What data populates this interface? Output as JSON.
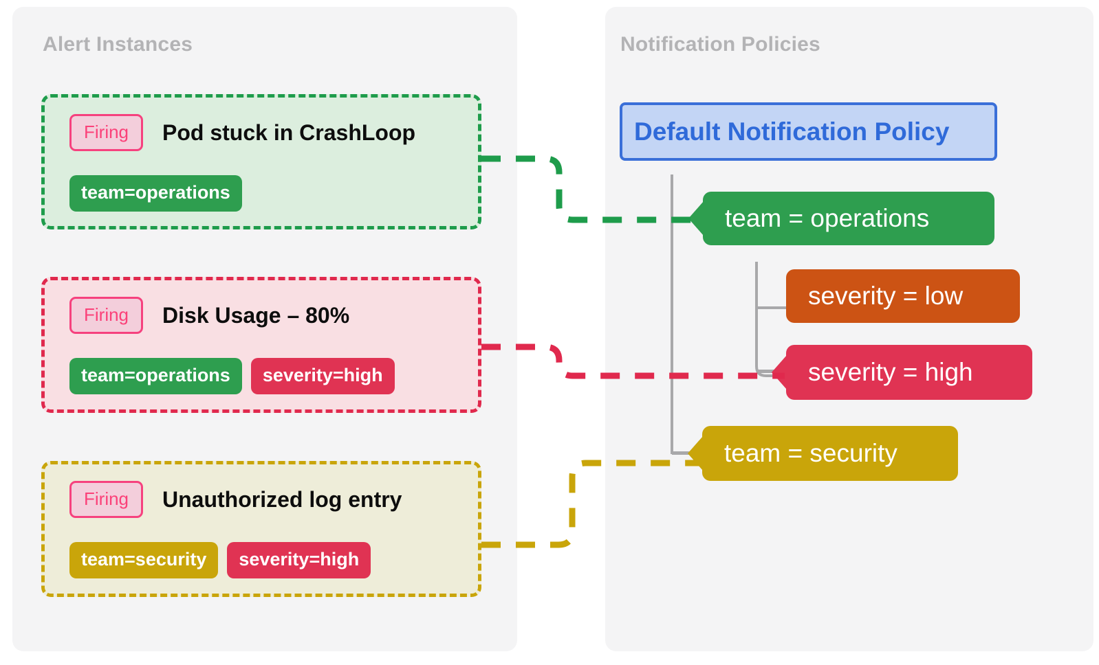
{
  "panels": {
    "alerts": {
      "title": "Alert Instances"
    },
    "policies": {
      "title": "Notification Policies"
    }
  },
  "colors": {
    "panel_background": "#f4f4f5",
    "panel_title": "#b3b3b5",
    "green": "#2e9e4f",
    "green_border": "#1e9c4b",
    "green_fill": "#dceede",
    "red": "#e03353",
    "red_border": "#e0294d",
    "red_fill": "#f9dfe3",
    "yellow": "#c9a50a",
    "yellow_fill": "#eeedd9",
    "orange": "#cc5314",
    "blue_border": "#3a6fd8",
    "blue_fill": "#c3d5f5",
    "blue_text": "#2f6ad9",
    "firing_border": "#f6417e",
    "firing_fill": "#f3cedb",
    "firing_text": "#fb4179",
    "tree_line": "#a8a8aa"
  },
  "alerts": [
    {
      "state": "Firing",
      "title": "Pod stuck in CrashLoop",
      "labels": [
        {
          "text": "team=operations",
          "color": "green"
        }
      ],
      "match_color": "#1e9c4b"
    },
    {
      "state": "Firing",
      "title": "Disk Usage – 80%",
      "labels": [
        {
          "text": "team=operations",
          "color": "green"
        },
        {
          "text": "severity=high",
          "color": "red"
        }
      ],
      "match_color": "#e0294d"
    },
    {
      "state": "Firing",
      "title": "Unauthorized log entry",
      "labels": [
        {
          "text": "team=security",
          "color": "yellow"
        },
        {
          "text": "severity=high",
          "color": "red"
        }
      ],
      "match_color": "#c9a50a"
    }
  ],
  "policy_tree": {
    "root": {
      "label": "Default Notification Policy"
    },
    "children": [
      {
        "label": "team = operations",
        "color": "green",
        "has_notch": true,
        "children": [
          {
            "label": "severity = low",
            "color": "orange",
            "has_notch": false
          },
          {
            "label": "severity = high",
            "color": "red",
            "has_notch": true
          }
        ]
      },
      {
        "label": "team = security",
        "color": "yellow",
        "has_notch": true
      }
    ]
  },
  "connections": [
    {
      "from": "alert-1",
      "to": "team = operations",
      "color": "#1e9c4b"
    },
    {
      "from": "alert-2",
      "to": "severity = high",
      "color": "#e0294d"
    },
    {
      "from": "alert-3",
      "to": "team = security",
      "color": "#c9a50a"
    }
  ]
}
